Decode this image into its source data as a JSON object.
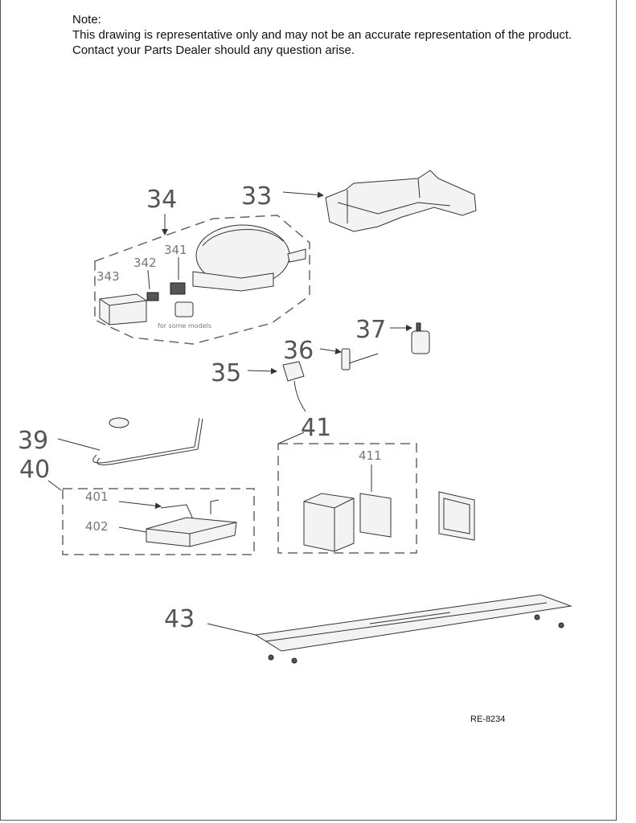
{
  "note": {
    "heading": "Note:",
    "line1": "This drawing is representative only and may not be an accurate representation of the product.",
    "line2": "Contact your Parts Dealer should any question arise."
  },
  "doc_id": "RE-8234",
  "callouts": {
    "c33": "33",
    "c34": "34",
    "c341": "341",
    "c342": "342",
    "c343": "343",
    "c35": "35",
    "c36": "36",
    "c37": "37",
    "c39": "39",
    "c40": "40",
    "c401": "401",
    "c402": "402",
    "c41": "41",
    "c411": "411",
    "c43": "43"
  },
  "compressor_note": "for some models"
}
